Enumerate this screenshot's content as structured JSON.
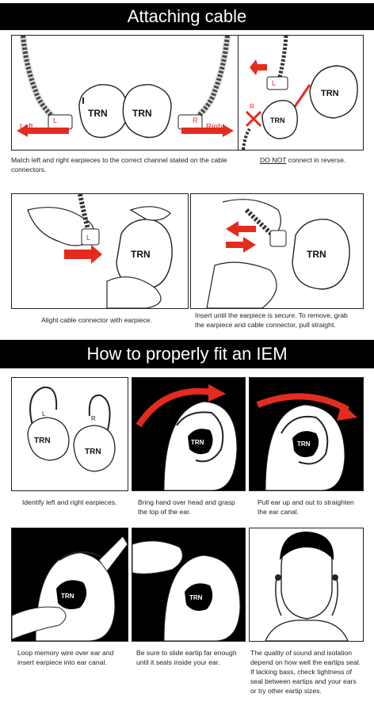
{
  "sections": {
    "attaching": "Attaching cable",
    "fitting": "How to properly fit an IEM"
  },
  "labels": {
    "left": "Left",
    "right": "Right",
    "L": "L",
    "R": "R",
    "brand": "TRN"
  },
  "captions": {
    "match_l1": "Match left and right earpieces to the correct channel stated on the cable",
    "match_l2": "connectors.",
    "reverse_bold": "DO NOT",
    "reverse_rest": " connect in reverse.",
    "align": "Alight cable connector with earpiece.",
    "insert_l1": "Insert until the earpiece is secure. To remove, grab",
    "insert_l2": "the earpiece and cable connector, pull straight.",
    "identify": "Identify left and right earpieces.",
    "hand_l1": "Bring hand over head and grasp",
    "hand_l2": "the top of the ear.",
    "pull_l1": "Pull ear up and out to straighten",
    "pull_l2": "the ear canal.",
    "loop_l1": "Loop memory wire over ear and",
    "loop_l2": "insert earpiece into ear canal.",
    "slide_l1": "Be sure to slide eartip far enough",
    "slide_l2": "until it seals inside your ear.",
    "quality_l1": "The quality of sound and isolation",
    "quality_l2": "depend on how well the eartips seal.",
    "quality_l3": "If lacking bass, check tightness of",
    "quality_l4": "seal between eartips and your ears",
    "quality_l5": "or try other eartip sizes."
  },
  "colors": {
    "accent": "#e52b1f",
    "banner": "#000000"
  }
}
